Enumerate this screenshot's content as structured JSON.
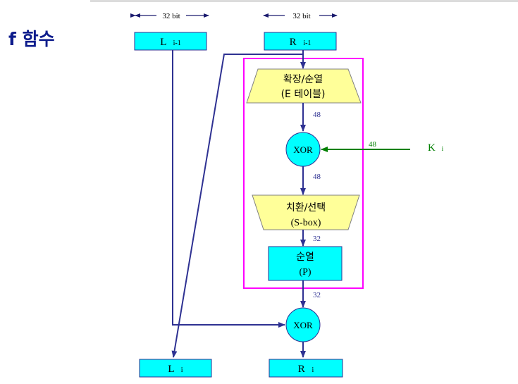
{
  "title": "f 함수",
  "width_labels": {
    "left": "32 bit",
    "right": "32 bit"
  },
  "input_boxes": {
    "left": {
      "main": "L",
      "sub": "i-1"
    },
    "right": {
      "main": "R",
      "sub": "i-1"
    }
  },
  "expansion_block": {
    "line1": "확장/순열",
    "line2": "(E 테이블)"
  },
  "sbox_block": {
    "line1": "치환/선택",
    "line2": "(S-box)"
  },
  "perm_block": {
    "line1": "순열",
    "line2": "(P)"
  },
  "xor_label": "XOR",
  "bit_labels": {
    "after_expansion": "48",
    "after_xor": "48",
    "key_width": "48",
    "after_sbox": "32",
    "after_perm": "32"
  },
  "key": {
    "main": "K",
    "sub": "i"
  },
  "output_boxes": {
    "left": {
      "main": "L",
      "sub": "i"
    },
    "right": {
      "main": "R",
      "sub": "i"
    }
  },
  "colors": {
    "box_fill": "#00ffff",
    "trapezoid_fill": "#ffff99",
    "arrow_blue": "#2e3192",
    "frame_magenta": "#ff00ff",
    "key_green": "#008000",
    "title_navy": "#0d1c8c"
  }
}
